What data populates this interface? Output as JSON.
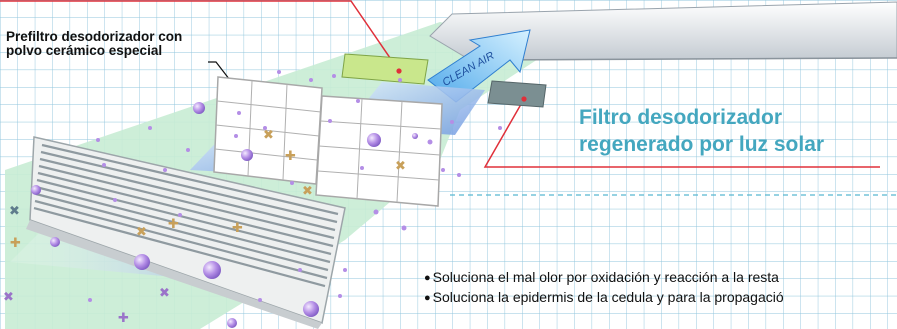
{
  "labels": {
    "prefilter": [
      "Prefiltro desodorizador con",
      "polvo cerámico especial"
    ],
    "filter": [
      "Filtro desodorizador",
      "regenerado por luz solar"
    ],
    "clean_air": "CLEAN AIR"
  },
  "bullets": [
    "Soluciona el mal olor por oxidación y reacción a la resta",
    "Soluciona la epidermis de la cedula y para la propagació"
  ],
  "colors": {
    "grid": "#8fc5dc",
    "airflow": "#c8ecd4",
    "accent_red": "#e0303a",
    "label_blue": "#44a7bf",
    "particle": "#b48ee6",
    "filter_green": "#c9e78c",
    "filter_dark": "#7b8f92"
  }
}
